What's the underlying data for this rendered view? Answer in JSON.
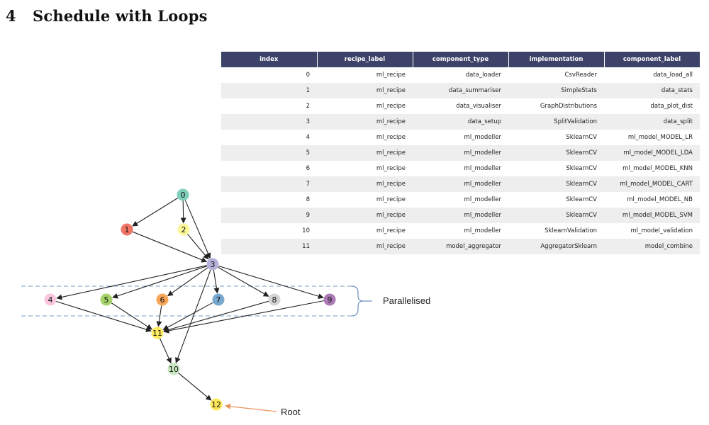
{
  "section": {
    "number": "4",
    "title": "Schedule with Loops"
  },
  "table": {
    "columns": [
      "index",
      "recipe_label",
      "component_type",
      "implementation",
      "component_label"
    ],
    "rows": [
      [
        "0",
        "ml_recipe",
        "data_loader",
        "CsvReader",
        "data_load_all"
      ],
      [
        "1",
        "ml_recipe",
        "data_summariser",
        "SimpleStats",
        "data_stats"
      ],
      [
        "2",
        "ml_recipe",
        "data_visualiser",
        "GraphDistributions",
        "data_plot_dist"
      ],
      [
        "3",
        "ml_recipe",
        "data_setup",
        "SplitValidation",
        "data_split"
      ],
      [
        "4",
        "ml_recipe",
        "ml_modeller",
        "SklearnCV",
        "ml_model_MODEL_LR"
      ],
      [
        "5",
        "ml_recipe",
        "ml_modeller",
        "SklearnCV",
        "ml_model_MODEL_LDA"
      ],
      [
        "6",
        "ml_recipe",
        "ml_modeller",
        "SklearnCV",
        "ml_model_MODEL_KNN"
      ],
      [
        "7",
        "ml_recipe",
        "ml_modeller",
        "SklearnCV",
        "ml_model_MODEL_CART"
      ],
      [
        "8",
        "ml_recipe",
        "ml_modeller",
        "SklearnCV",
        "ml_model_MODEL_NB"
      ],
      [
        "9",
        "ml_recipe",
        "ml_modeller",
        "SklearnCV",
        "ml_model_MODEL_SVM"
      ],
      [
        "10",
        "ml_recipe",
        "ml_modeller",
        "SklearnValidation",
        "ml_model_validation"
      ],
      [
        "11",
        "ml_recipe",
        "model_aggregator",
        "AggregatorSklearn",
        "model_combine"
      ]
    ]
  },
  "graph": {
    "nodes": [
      {
        "id": "0",
        "color": "#7fcdbb"
      },
      {
        "id": "1",
        "color": "#f07566"
      },
      {
        "id": "2",
        "color": "#fdf99a"
      },
      {
        "id": "3",
        "color": "#b3b1d9"
      },
      {
        "id": "4",
        "color": "#f9c6dd"
      },
      {
        "id": "5",
        "color": "#a6d36b"
      },
      {
        "id": "6",
        "color": "#f9a557"
      },
      {
        "id": "7",
        "color": "#7aa9cf"
      },
      {
        "id": "8",
        "color": "#d4d4d4"
      },
      {
        "id": "9",
        "color": "#ab7ab5"
      },
      {
        "id": "10",
        "color": "#c7e6bf"
      },
      {
        "id": "11",
        "color": "#fdeb5f"
      },
      {
        "id": "12",
        "color": "#fde85a"
      }
    ],
    "edges": [
      [
        "0",
        "1"
      ],
      [
        "0",
        "2"
      ],
      [
        "0",
        "3"
      ],
      [
        "1",
        "3"
      ],
      [
        "2",
        "3"
      ],
      [
        "3",
        "4"
      ],
      [
        "3",
        "5"
      ],
      [
        "3",
        "6"
      ],
      [
        "3",
        "7"
      ],
      [
        "3",
        "8"
      ],
      [
        "3",
        "9"
      ],
      [
        "3",
        "10"
      ],
      [
        "4",
        "11"
      ],
      [
        "5",
        "11"
      ],
      [
        "6",
        "11"
      ],
      [
        "7",
        "11"
      ],
      [
        "8",
        "11"
      ],
      [
        "9",
        "11"
      ],
      [
        "11",
        "10"
      ],
      [
        "10",
        "12"
      ]
    ],
    "parallel_label": "Parallelised",
    "root_label": "Root",
    "colors": {
      "edge": "#222222",
      "dashed_band": "#7a9cc8",
      "root_arrow": "#e8935a",
      "brace": "#6f8fc0"
    }
  }
}
